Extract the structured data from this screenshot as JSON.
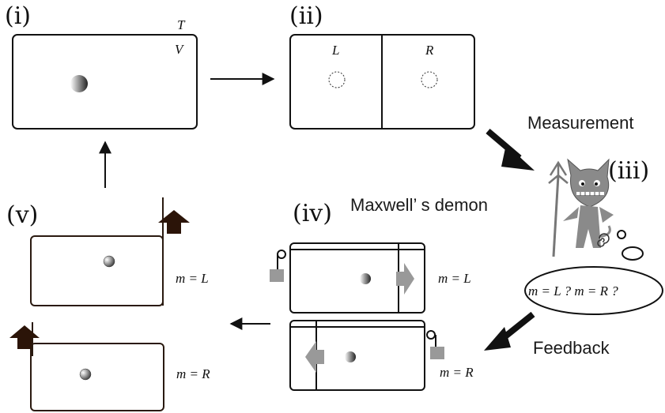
{
  "panels": {
    "i": {
      "label": "(i)",
      "temp": "T",
      "volume": "V"
    },
    "ii": {
      "label": "(ii)",
      "left": "L",
      "right": "R"
    },
    "iii": {
      "label": "(iii)"
    },
    "iv": {
      "label": "(iv)",
      "top_eq": "m = L",
      "bottom_eq": "m = R"
    },
    "v": {
      "label": "(v)",
      "top_eq": "m = L",
      "bottom_eq": "m = R"
    }
  },
  "labels": {
    "measurement": "Measurement",
    "demon": "Maxwell’ s demon",
    "feedback": "Feedback",
    "thought": "m = L ?  m = R ?"
  },
  "colors": {
    "ink": "#111111",
    "piston": "#999999",
    "dark_arrow": "#2b1408",
    "demon": "#8a8a8a"
  }
}
